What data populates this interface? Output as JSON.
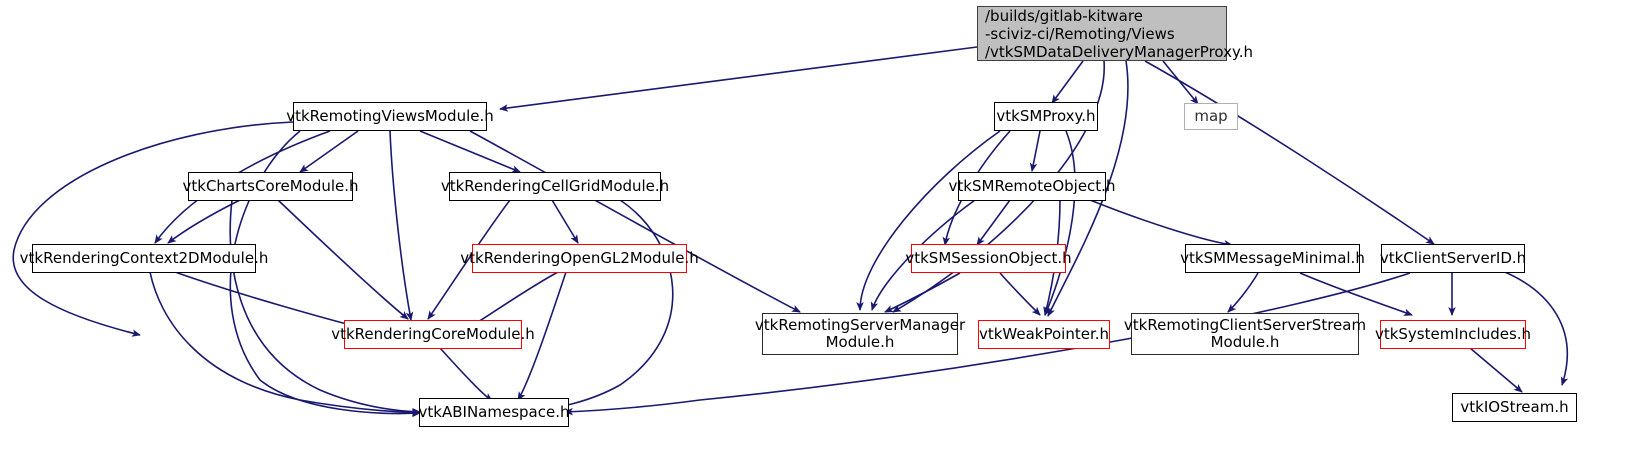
{
  "graph": {
    "type": "include-dependency-graph",
    "title": "/builds/gitlab-kitware\n-sciviz-ci/Remoting/Views\n/vtkSMDataDeliveryManagerProxy.h",
    "edge_color": "#191970",
    "root_fill": "#bfbfbf",
    "missing_border": "#ff0000",
    "nodes": {
      "root": {
        "label": "/builds/gitlab-kitware\n-sciviz-ci/Remoting/Views\n/vtkSMDataDeliveryManagerProxy.h"
      },
      "remotingviews": {
        "label": "vtkRemotingViewsModule.h"
      },
      "chartscore": {
        "label": "vtkChartsCoreModule.h"
      },
      "renderingcellgrid": {
        "label": "vtkRenderingCellGridModule.h"
      },
      "renderingcontext2d": {
        "label": "vtkRenderingContext2DModule.h"
      },
      "renderingopengl2": {
        "label": "vtkRenderingOpenGL2Module.h"
      },
      "renderingcore": {
        "label": "vtkRenderingCoreModule.h"
      },
      "abinamespace": {
        "label": "vtkABINamespace.h"
      },
      "smproxy": {
        "label": "vtkSMProxy.h"
      },
      "map": {
        "label": "map"
      },
      "smremoteobject": {
        "label": "vtkSMRemoteObject.h"
      },
      "smsessionobject": {
        "label": "vtkSMSessionObject.h"
      },
      "smmessageminimal": {
        "label": "vtkSMMessageMinimal.h"
      },
      "clientserverid": {
        "label": "vtkClientServerID.h"
      },
      "remotingservermanager": {
        "label": "vtkRemotingServerManager\nModule.h"
      },
      "weakpointer": {
        "label": "vtkWeakPointer.h"
      },
      "remotingclientserverstream": {
        "label": "vtkRemotingClientServerStream\nModule.h"
      },
      "systemincludes": {
        "label": "vtkSystemIncludes.h"
      },
      "iostream": {
        "label": "vtkIOStream.h"
      }
    }
  }
}
